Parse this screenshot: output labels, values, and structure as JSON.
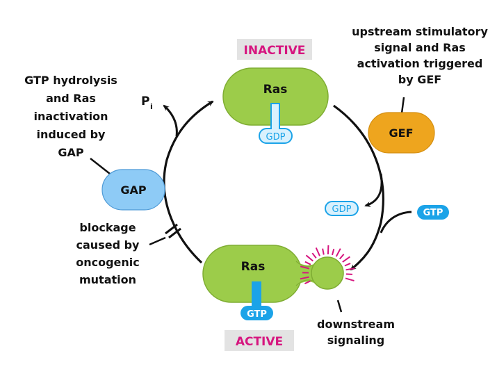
{
  "diagram": {
    "title": "Ras GTPase cycle",
    "colors": {
      "ras_fill": "#9ccc4a",
      "ras_stroke": "#7fad33",
      "gef_fill": "#eea51e",
      "gap_fill": "#8ecbf6",
      "gtp_fill": "#1ba3e8",
      "gdp_fill": "#d9f1fd",
      "gdp_stroke": "#1ba3e8",
      "state_label": "#d6167f",
      "state_bg": "#e3e3e3",
      "signal_rays": "#d6167f"
    },
    "states": {
      "inactive": {
        "label": "INACTIVE",
        "protein": "Ras",
        "nucleotide": "GDP"
      },
      "active": {
        "label": "ACTIVE",
        "protein": "Ras",
        "nucleotide": "GTP"
      }
    },
    "enzymes": {
      "gef": {
        "label": "GEF"
      },
      "gap": {
        "label": "GAP"
      }
    },
    "free_nucleotides": {
      "released": "GDP",
      "bound": "GTP",
      "phosphate": {
        "base": "P",
        "subscript": "i"
      }
    },
    "annotations": {
      "gef": [
        "upstream stimulatory",
        "signal and Ras",
        "activation triggered",
        "by GEF"
      ],
      "gap": [
        "GTP hydrolysis",
        "and Ras",
        "inactivation",
        "induced by",
        "GAP"
      ],
      "blockage": [
        "blockage",
        "caused by",
        "oncogenic",
        "mutation"
      ],
      "downstream": [
        "downstream",
        "signaling"
      ]
    }
  }
}
